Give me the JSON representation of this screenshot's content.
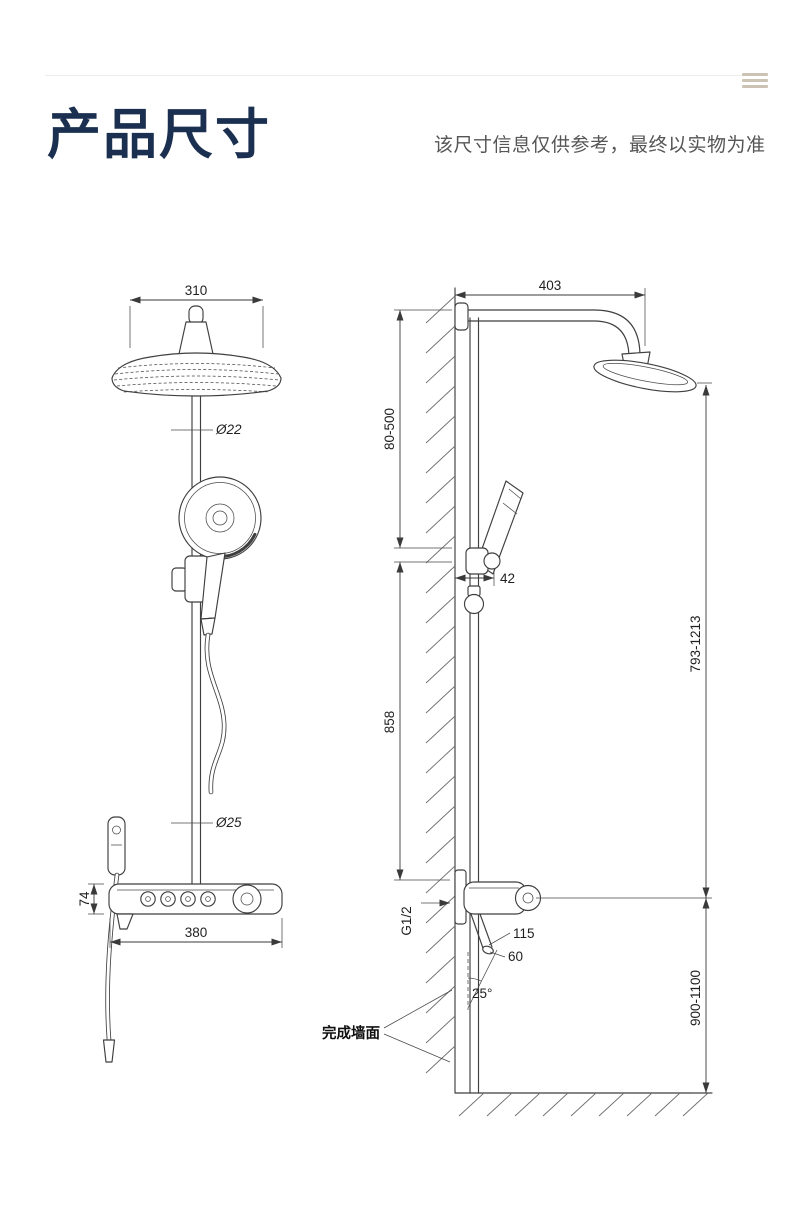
{
  "header": {
    "title": "产品尺寸",
    "disclaimer": "该尺寸信息仅供参考，最终以实物为准"
  },
  "front_view": {
    "head_width": "310",
    "pipe_diameter": "Ø22",
    "lower_pipe_diameter": "Ø25",
    "deck_height": "74",
    "deck_width": "380"
  },
  "side_view": {
    "arm_reach": "403",
    "head_drop_range": "80-500",
    "holder_offset": "42",
    "riser_length": "858",
    "overall_height_range": "793-1213",
    "inlet_thread": "G1/2",
    "spout_reach": "115",
    "spout_drop": "60",
    "spout_angle": "25°",
    "install_height_range": "900-1100",
    "wall_note": "完成墙面"
  }
}
